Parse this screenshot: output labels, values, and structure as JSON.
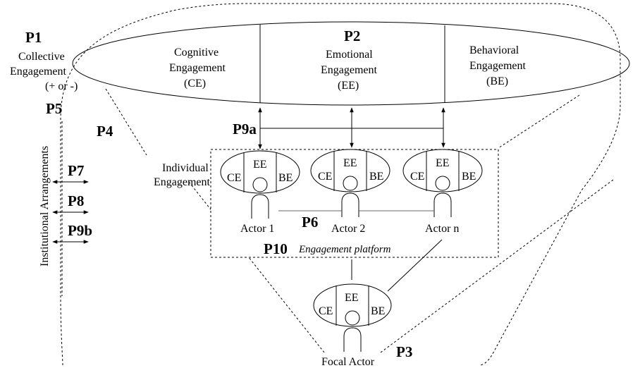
{
  "propositions": {
    "p1": "P1",
    "p2": "P2",
    "p3": "P3",
    "p4": "P4",
    "p5": "P5",
    "p6": "P6",
    "p7": "P7",
    "p8": "P8",
    "p9a": "P9a",
    "p9b": "P9b",
    "p10": "P10"
  },
  "collective_engagement": {
    "line1": "Collective",
    "line2": "Engagement",
    "line3": "(+ or -)"
  },
  "dimensions": {
    "cognitive": {
      "line1": "Cognitive",
      "line2": "Engagement",
      "abbr": "(CE)"
    },
    "emotional": {
      "line1": "Emotional",
      "line2": "Engagement",
      "abbr": "(EE)"
    },
    "behavioral": {
      "line1": "Behavioral",
      "line2": "Engagement",
      "abbr": "(BE)"
    }
  },
  "individual_engagement": {
    "line1": "Individual",
    "line2": "Engagement"
  },
  "institutional_arrangements": "Institutional Arrangements",
  "engagement_platform": "Engagement platform",
  "actor_abbr": {
    "ce": "CE",
    "ee": "EE",
    "be": "BE"
  },
  "actors": {
    "actor1": "Actor 1",
    "actor2": "Actor 2",
    "actorn": "Actor n",
    "focal": "Focal Actor"
  }
}
